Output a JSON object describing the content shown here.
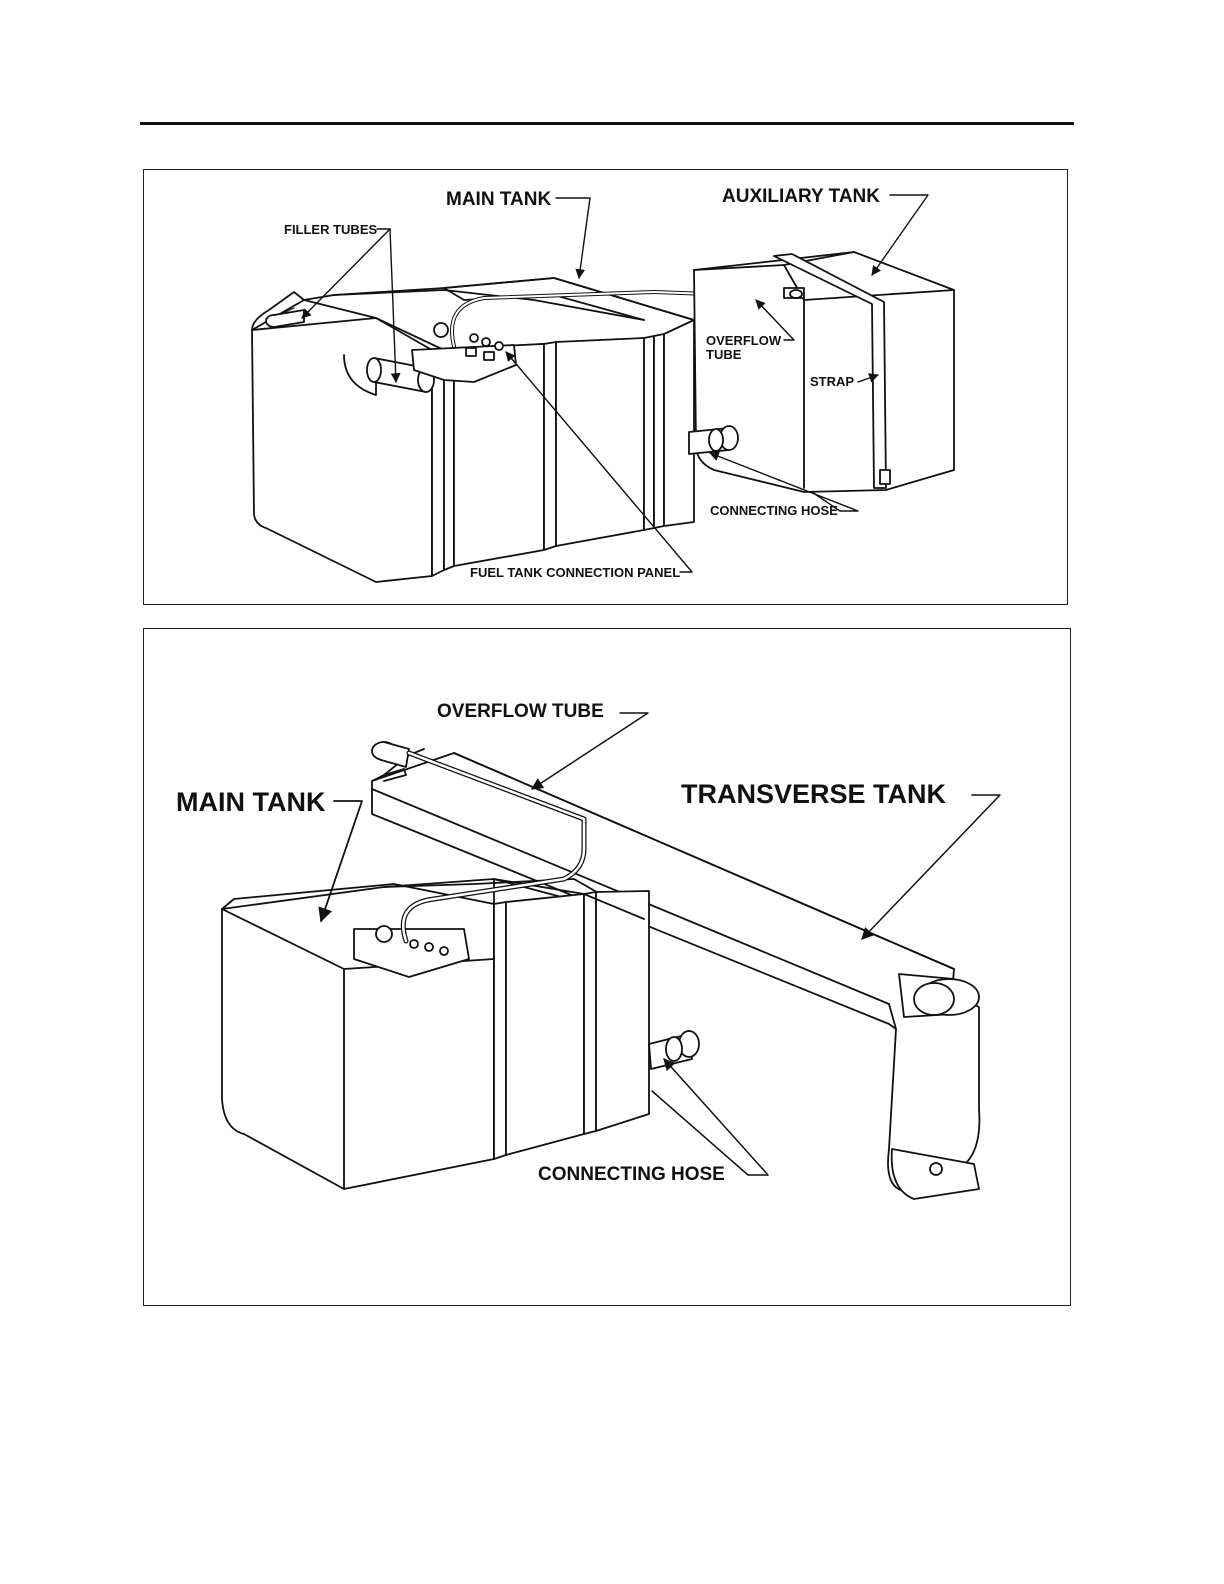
{
  "figure_top": {
    "labels": {
      "main_tank": "MAIN TANK",
      "auxiliary_tank": "AUXILIARY TANK",
      "filler_tubes": "FILLER TUBES",
      "overflow_tube_line1": "OVERFLOW",
      "overflow_tube_line2": "TUBE",
      "strap": "STRAP",
      "connecting_hose": "CONNECTING HOSE",
      "fuel_tank_connection_panel": "FUEL TANK CONNECTION PANEL"
    }
  },
  "figure_bottom": {
    "labels": {
      "overflow_tube": "OVERFLOW TUBE",
      "main_tank": "MAIN TANK",
      "transverse_tank": "TRANSVERSE TANK",
      "connecting_hose": "CONNECTING HOSE"
    }
  }
}
